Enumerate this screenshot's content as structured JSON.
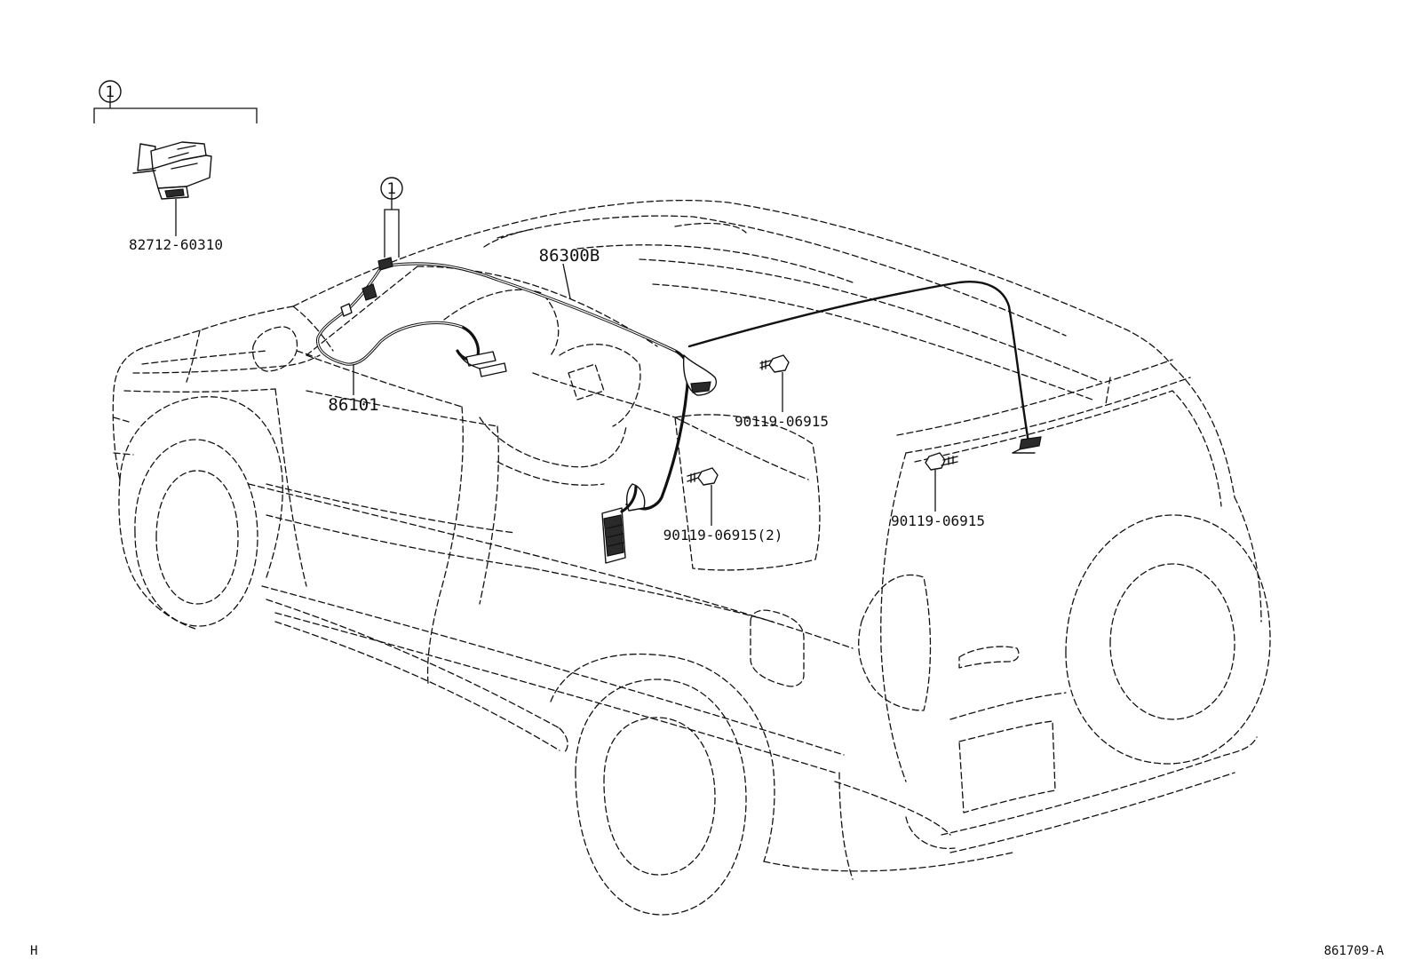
{
  "callouts": {
    "ref_symbol": "1"
  },
  "parts": {
    "sensor_part_no": "82712-60310",
    "antenna_cord_no": "86300B",
    "antenna_assy_no": "86101",
    "bolt_upper_no": "90119-06915",
    "bolt_center_no": "90119-06915(2)",
    "bolt_rear_no": "90119-06915"
  },
  "footer": {
    "left_code": "H",
    "right_code": "861709-A"
  }
}
